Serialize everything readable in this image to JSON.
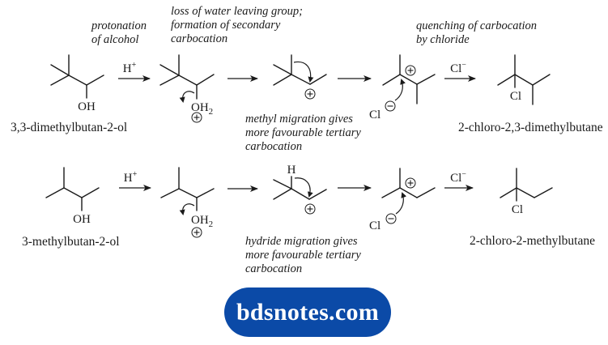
{
  "reactions": [
    {
      "id": "row1",
      "starting_material": {
        "name": "3,3-dimethylbutan-2-ol",
        "substituent": "OH"
      },
      "step1": {
        "reagent": "H",
        "reagent_charge": "+",
        "note": [
          "protonation",
          "of alcohol"
        ]
      },
      "intermediate1": {
        "leaving_group": "OH",
        "leaving_group_sub": "2",
        "charge": "+",
        "note": [
          "loss of water leaving group;",
          "formation of secondary",
          "carbocation"
        ]
      },
      "intermediate2": {
        "charge": "+",
        "note": [
          "methyl migration gives",
          "more favourable tertiary",
          "carbocation"
        ]
      },
      "intermediate3": {
        "charge": "+",
        "nucleophile": "Cl",
        "nucleophile_charge": "−",
        "note": [
          "quenching of carbocation",
          "by chloride"
        ]
      },
      "step4": {
        "reagent": "Cl",
        "reagent_charge": "−"
      },
      "product": {
        "name": "2-chloro-2,3-dimethylbutane",
        "substituent": "Cl"
      }
    },
    {
      "id": "row2",
      "starting_material": {
        "name": "3-methylbutan-2-ol",
        "substituent": "OH"
      },
      "step1": {
        "reagent": "H",
        "reagent_charge": "+"
      },
      "intermediate1": {
        "leaving_group": "OH",
        "leaving_group_sub": "2",
        "charge": "+"
      },
      "intermediate2": {
        "migrating_atom": "H",
        "charge": "+",
        "note": [
          "hydride migration gives",
          "more favourable tertiary",
          "carbocation"
        ]
      },
      "intermediate3": {
        "charge": "+",
        "nucleophile": "Cl",
        "nucleophile_charge": "−"
      },
      "step4": {
        "reagent": "Cl",
        "reagent_charge": "−"
      },
      "product": {
        "name": "2-chloro-2-methylbutane",
        "substituent": "Cl"
      }
    }
  ],
  "watermark": {
    "text": "bdsnotes.com",
    "background": "#0b4aa7",
    "color": "#ffffff"
  }
}
